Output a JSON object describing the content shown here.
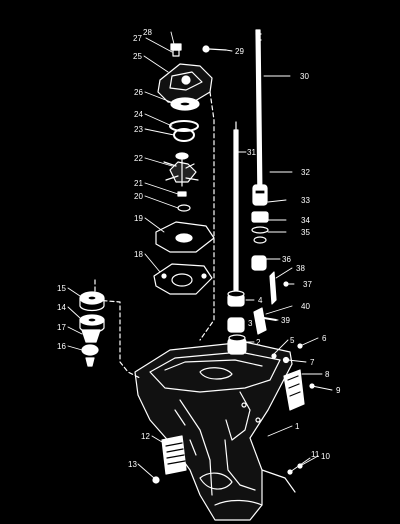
{
  "diagram": {
    "background": "#000000",
    "line_color": "#ffffff",
    "part_numbers": [
      "1",
      "2",
      "3",
      "4",
      "5",
      "6",
      "7",
      "8",
      "9",
      "10",
      "11",
      "12",
      "13",
      "14",
      "15",
      "16",
      "17",
      "18",
      "19",
      "20",
      "21",
      "22",
      "23",
      "24",
      "25",
      "26",
      "27",
      "28",
      "29",
      "30",
      "31",
      "32",
      "33",
      "34",
      "35",
      "36",
      "37",
      "38",
      "39",
      "40"
    ]
  }
}
